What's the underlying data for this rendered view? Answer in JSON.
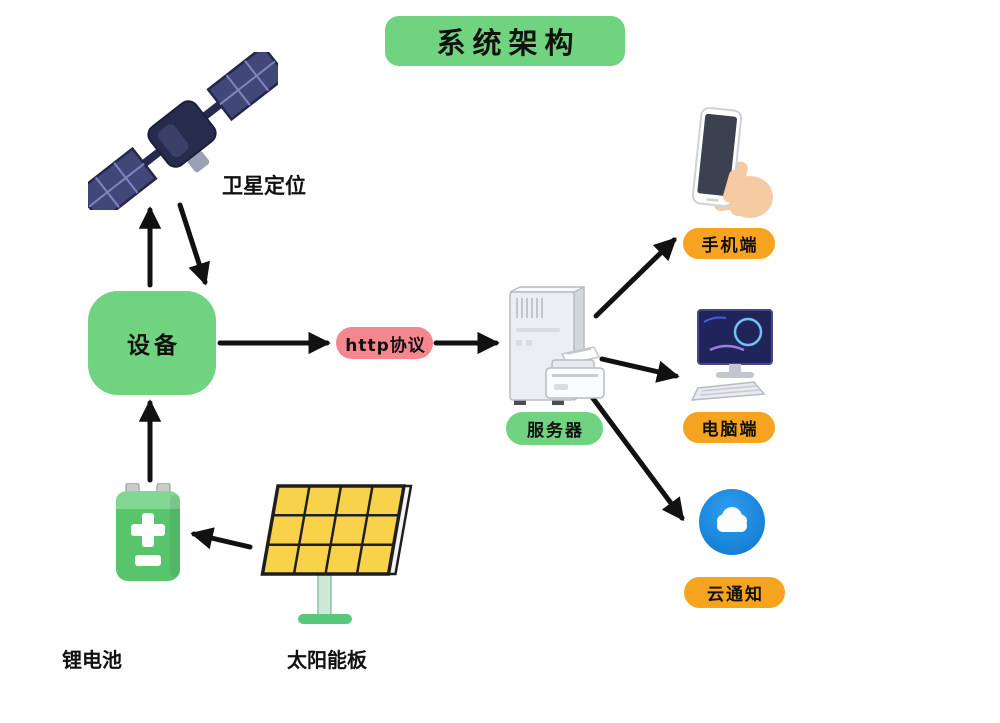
{
  "title": "系统架构",
  "nodes": {
    "device": "设备",
    "http_protocol": "http协议",
    "server": "服务器",
    "mobile": "手机端",
    "desktop": "电脑端",
    "cloud_notify": "云通知"
  },
  "labels": {
    "satellite": "卫星定位",
    "battery": "锂电池",
    "solar": "太阳能板"
  },
  "icons": {
    "satellite": "satellite-icon",
    "server": "server-tower-icon",
    "phone": "phone-in-hand-icon",
    "monitor": "desktop-computer-icon",
    "cloud": "cloud-icon",
    "battery": "battery-icon",
    "solar": "solar-panel-icon"
  },
  "colors": {
    "node_green": "#6FD380",
    "pill_pink": "#F4868E",
    "pill_orange": "#F6A41F",
    "arrow_black": "#111111",
    "cloud_blue": "#1A8CE0",
    "battery_green": "#58C56D",
    "solar_yellow": "#F8D24B"
  }
}
